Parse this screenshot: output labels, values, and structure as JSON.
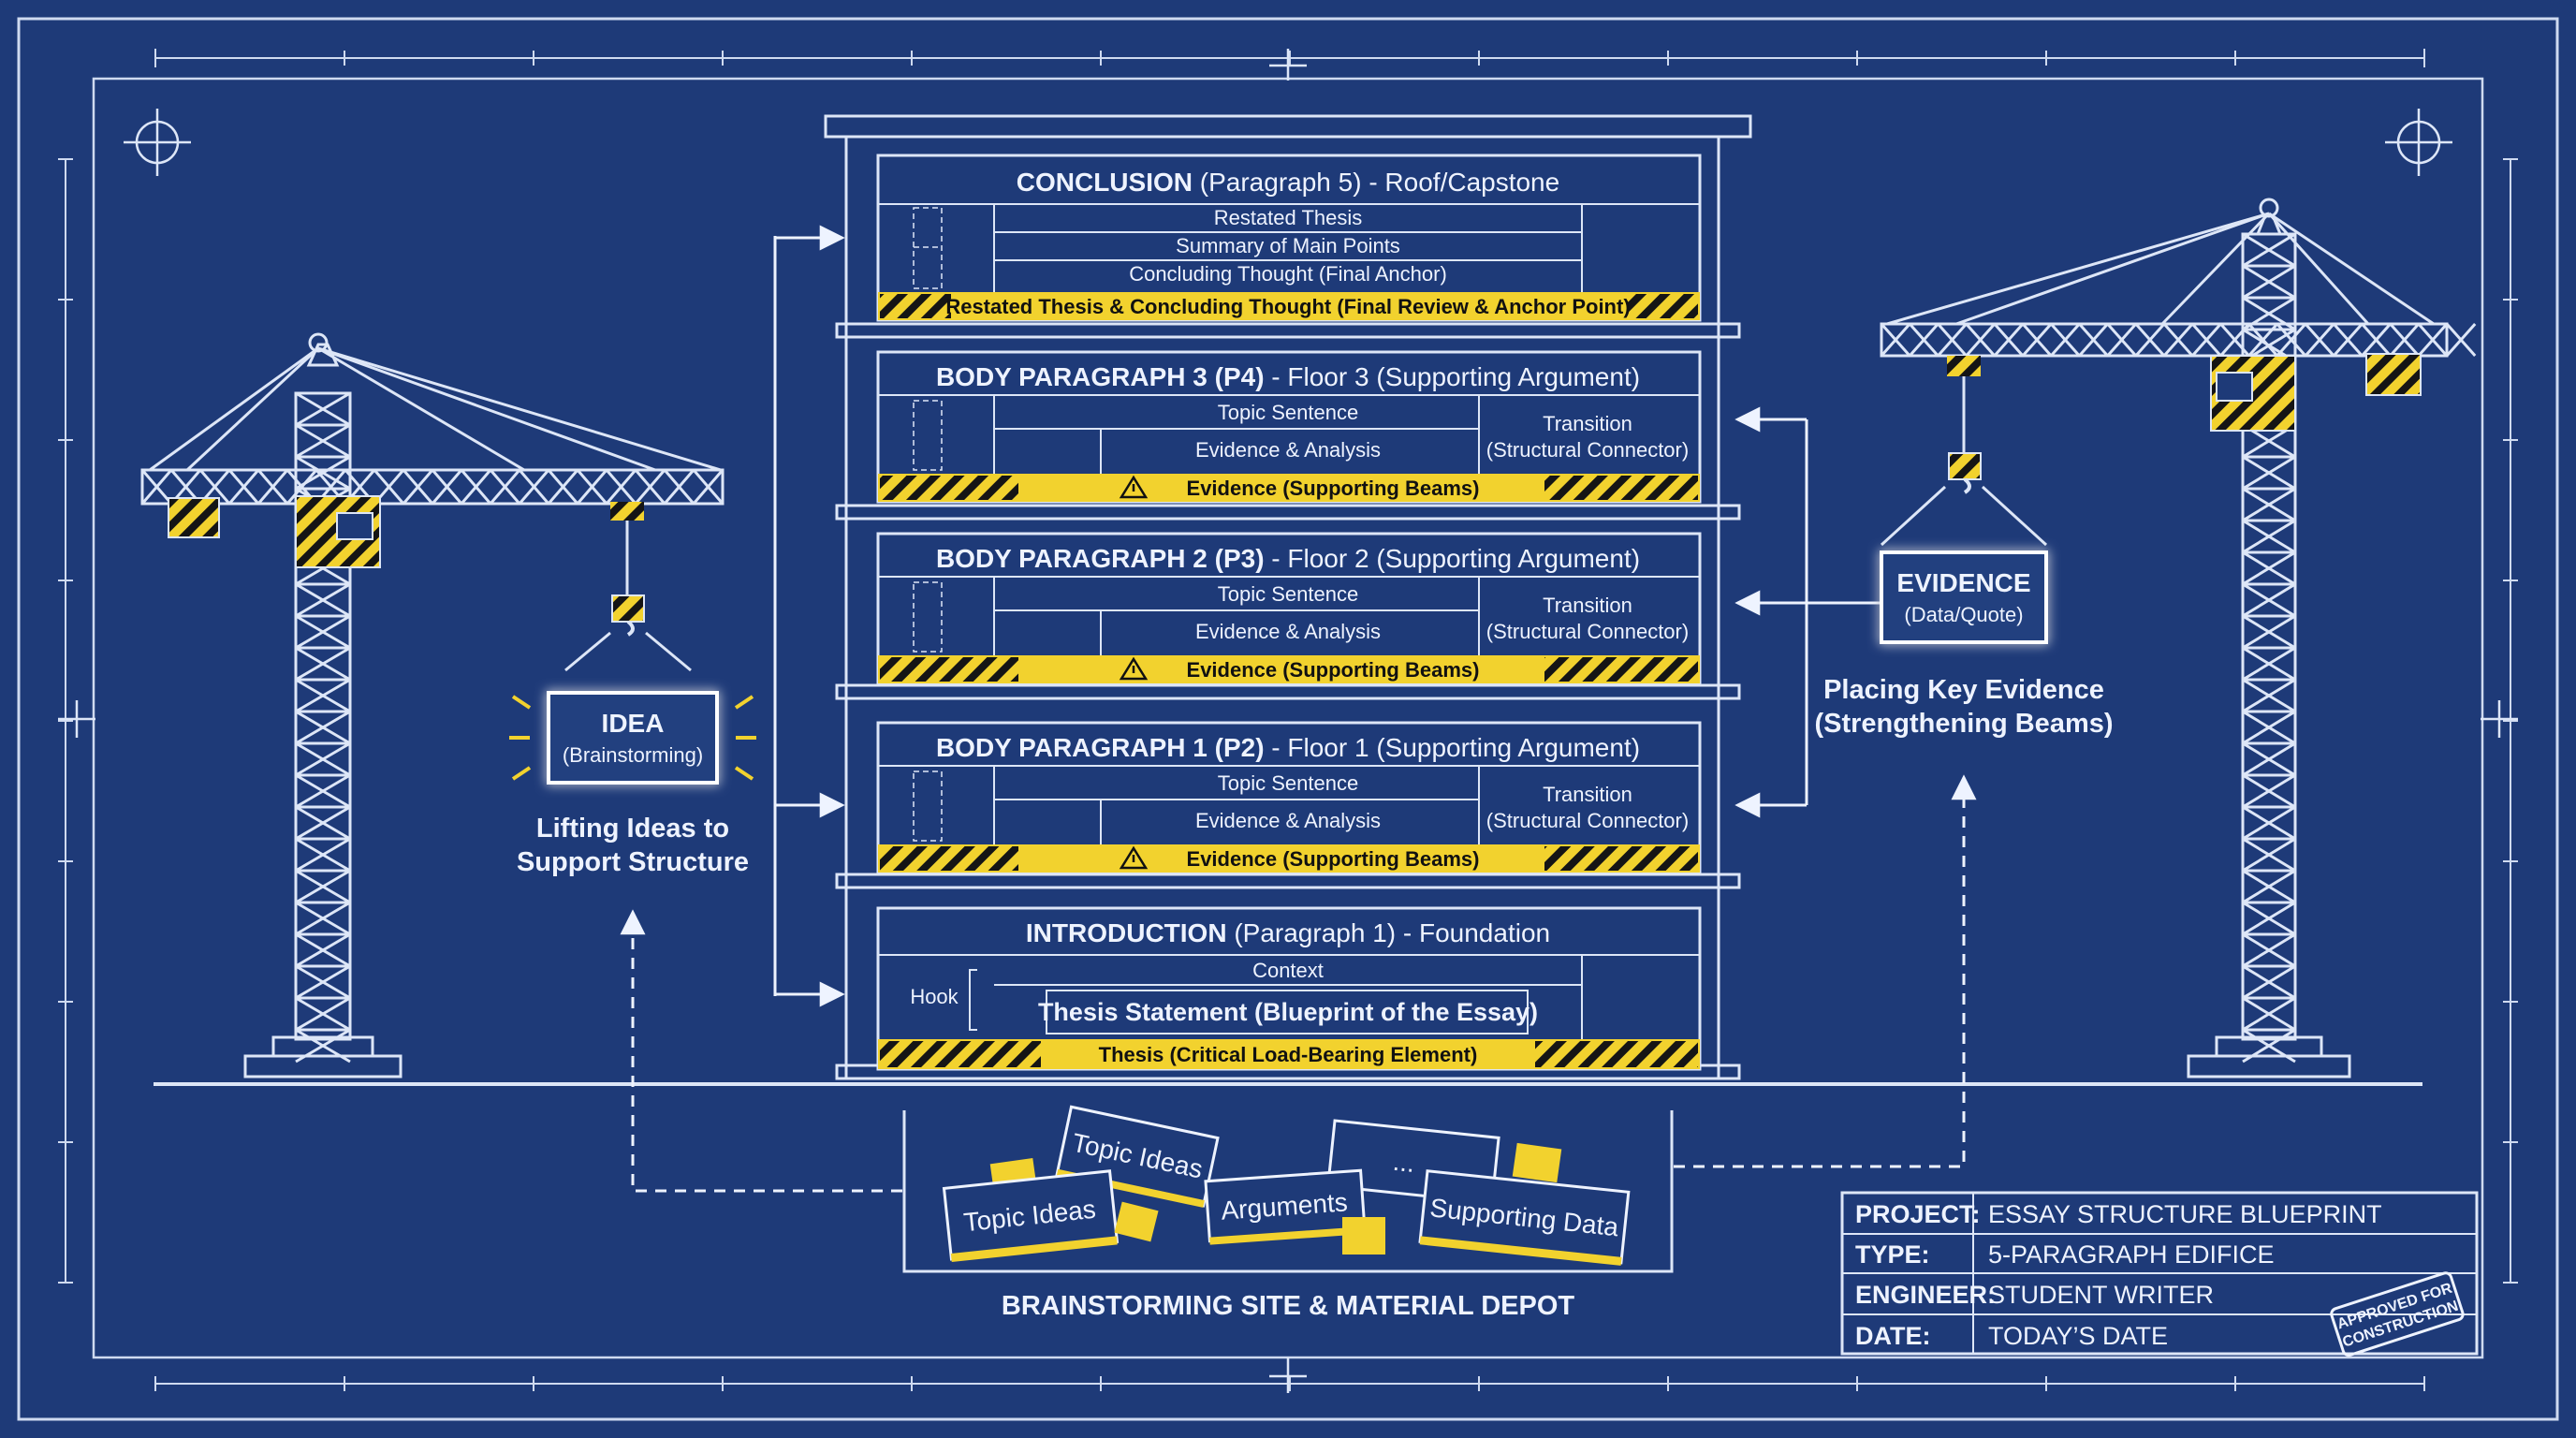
{
  "colors": {
    "background": "#1e3a78",
    "line": "#dde6f7",
    "caution": "#f2d22e",
    "box": "#21407f"
  },
  "conclusion": {
    "title_bold": "CONCLUSION",
    "title_rest": " (Paragraph 5) - Roof/Capstone",
    "lines": [
      "Restated Thesis",
      "Summary of Main Points",
      "Concluding Thought (Final Anchor)"
    ],
    "band": "Restated Thesis & Concluding Thought (Final Review & Anchor Point)"
  },
  "body3": {
    "title_bold": "BODY PARAGRAPH 3 (P4)",
    "title_rest": " - Floor 3 (Supporting Argument)"
  },
  "body2": {
    "title_bold": "BODY PARAGRAPH 2 (P3)",
    "title_rest": " - Floor 2 (Supporting Argument)"
  },
  "body1": {
    "title_bold": "BODY PARAGRAPH 1 (P2)",
    "title_rest": " - Floor 1 (Supporting Argument)"
  },
  "body_common": {
    "topic": "Topic Sentence",
    "evidence": "Evidence & Analysis",
    "transition_1": "Transition",
    "transition_2": "(Structural Connector)",
    "band": "Evidence (Supporting Beams)"
  },
  "introduction": {
    "title_bold": "INTRODUCTION",
    "title_rest": " (Paragraph 1) - Foundation",
    "context": "Context",
    "hook": "Hook",
    "thesis": "Thesis Statement (Blueprint of the Essay)",
    "band": "Thesis (Critical Load-Bearing Element)"
  },
  "idea_box": {
    "title": "IDEA",
    "sub": "(Brainstorming)",
    "caption_1": "Lifting Ideas to",
    "caption_2": "Support Structure"
  },
  "evidence_box": {
    "title": "EVIDENCE",
    "sub": "(Data/Quote)",
    "caption_1": "Placing Key Evidence",
    "caption_2": "(Strengthening Beams)"
  },
  "depot": {
    "title": "BRAINSTORMING SITE & MATERIAL DEPOT",
    "cards": [
      "Topic Ideas",
      "Topic Ideas",
      "Arguments",
      "...",
      "Supporting Data"
    ]
  },
  "title_block": {
    "rows": [
      {
        "label": "PROJECT:",
        "value": "ESSAY STRUCTURE BLUEPRINT"
      },
      {
        "label": "TYPE:",
        "value": "5-PARAGRAPH EDIFICE"
      },
      {
        "label": "ENGINEER:",
        "value": "STUDENT WRITER"
      },
      {
        "label": "DATE:",
        "value": "TODAY’S DATE"
      }
    ],
    "stamp_1": "APPROVED FOR",
    "stamp_2": "CONSTRUCTION"
  }
}
